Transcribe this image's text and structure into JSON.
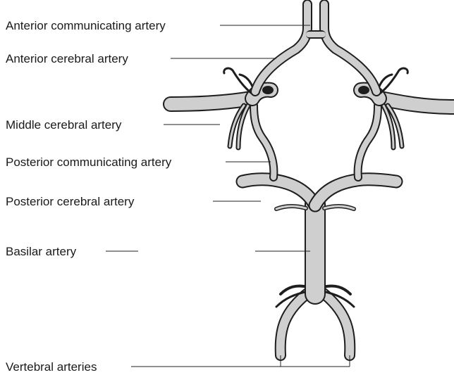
{
  "labels": {
    "anterior_communicating": "Anterior communicating artery",
    "anterior_cerebral": "Anterior cerebral artery",
    "middle_cerebral": "Middle cerebral artery",
    "posterior_communicating": "Posterior communicating artery",
    "posterior_cerebral": "Posterior cerebral artery",
    "basilar": "Basilar artery",
    "vertebral": "Vertebral arteries"
  },
  "colors": {
    "vessel_fill": "#cfcfcf",
    "vessel_outline": "#1e1e1e",
    "text": "#1a1a1a"
  }
}
